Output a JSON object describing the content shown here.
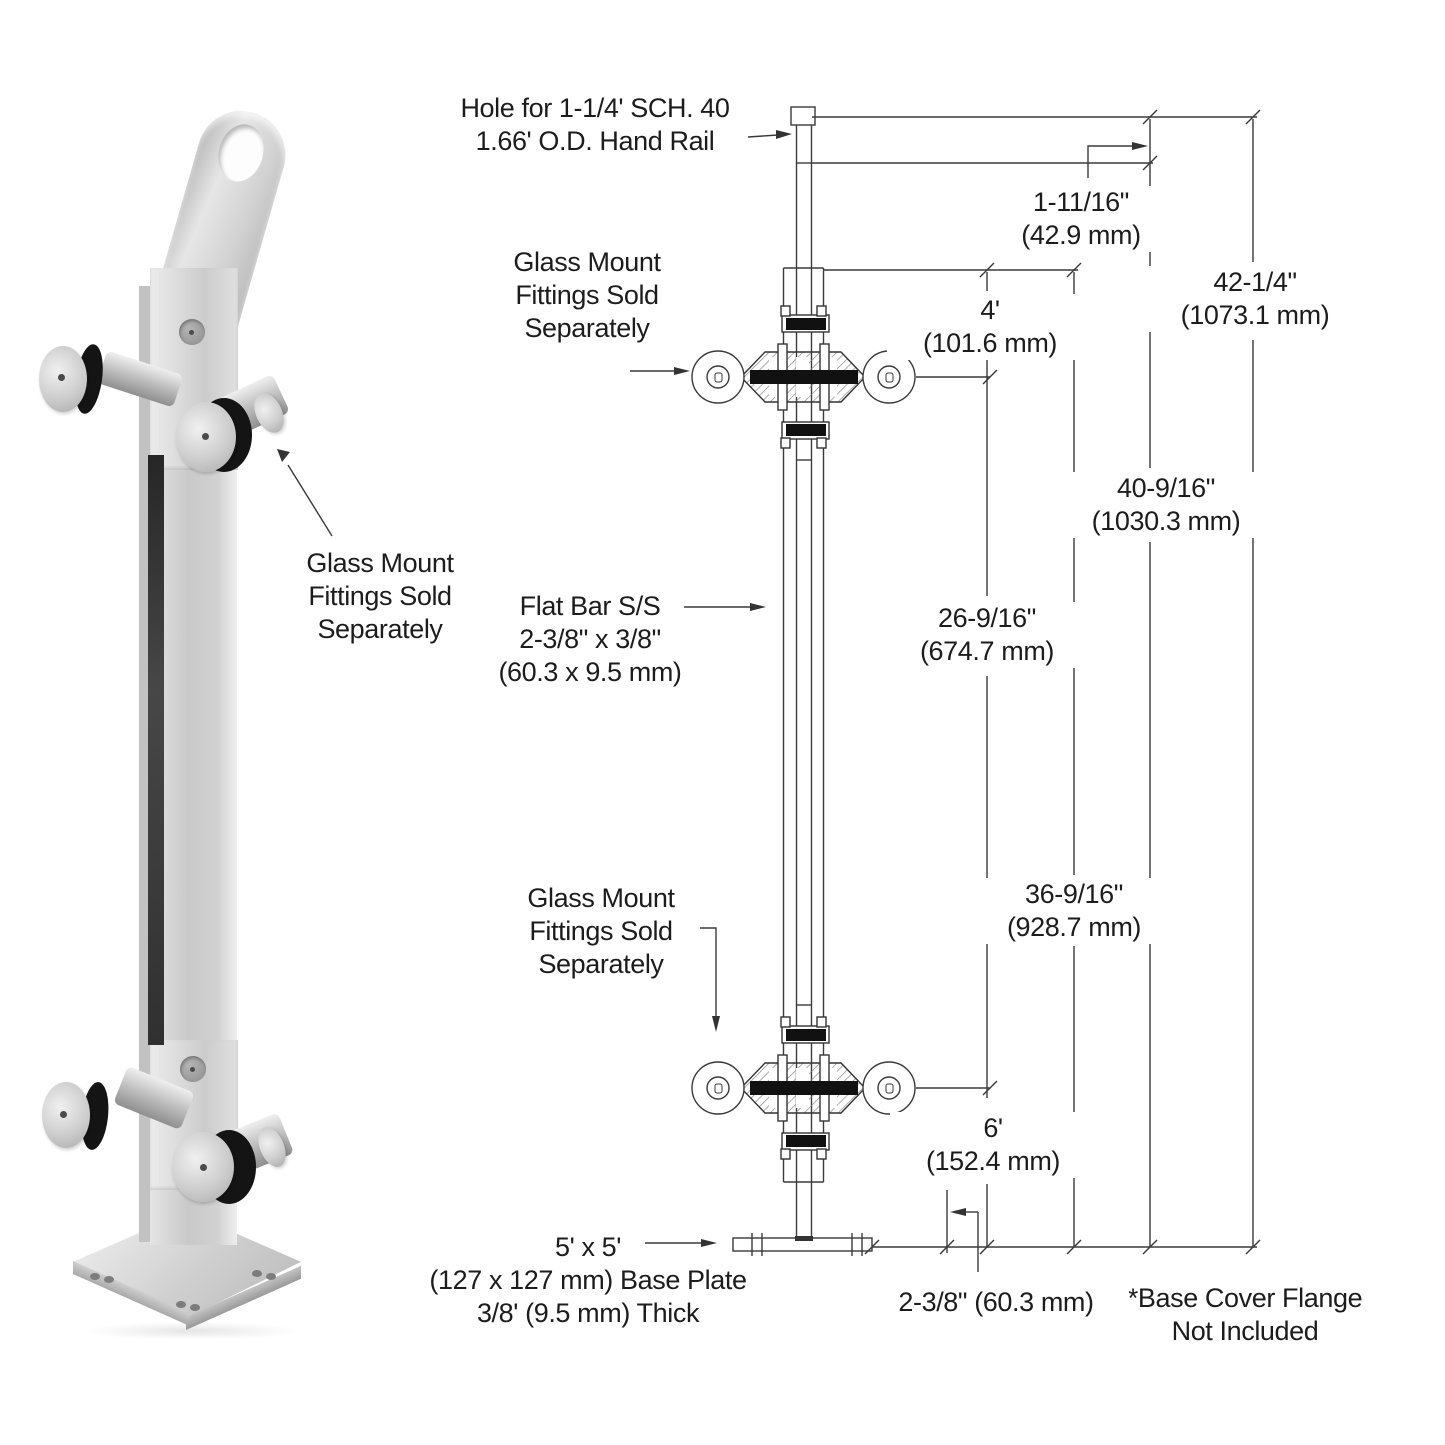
{
  "colors": {
    "line_color": "#3a3a3a",
    "text_color": "#1c1c1c",
    "gasket_black": "#111111",
    "metal_light": "#e6e6e6",
    "metal_mid": "#c7c7c7",
    "metal_shadow": "#9b9b9b"
  },
  "labels": {
    "handrail_hole": {
      "line1": "Hole for 1-1/4' SCH. 40",
      "line2": "1.66' O.D. Hand Rail"
    },
    "glass_mount": {
      "line1": "Glass Mount",
      "line2": "Fittings Sold",
      "line3": "Separately"
    },
    "flat_bar": {
      "line1": "Flat Bar S/S",
      "line2": "2-3/8\" x 3/8\"",
      "line3": "(60.3 x 9.5 mm)"
    },
    "base_plate": {
      "line1": "5' x 5'",
      "line2": "(127 x 127 mm) Base Plate",
      "line3": "3/8' (9.5 mm) Thick"
    },
    "base_cover_note": {
      "line1": "*Base Cover Flange",
      "line2": "Not Included"
    }
  },
  "dimensions": {
    "top_to_rail_center": {
      "imperial": "1-11/16\"",
      "metric": "(42.9 mm)"
    },
    "overall_height": {
      "imperial": "42-1/4\"",
      "metric": "(1073.1 mm)"
    },
    "glass_gap_top": {
      "imperial": "4'",
      "metric": "(101.6 mm)"
    },
    "rail_center_height": {
      "imperial": "40-9/16\"",
      "metric": "(1030.3 mm)"
    },
    "fitting_spacing": {
      "imperial": "26-9/16\"",
      "metric": "(674.7 mm)"
    },
    "flat_bar_height": {
      "imperial": "36-9/16\"",
      "metric": "(928.7 mm)"
    },
    "bottom_fitting_height": {
      "imperial": "6'",
      "metric": "(152.4 mm)"
    },
    "base_edge_offset": {
      "imperial": "2-3/8\" (60.3 mm)"
    }
  }
}
